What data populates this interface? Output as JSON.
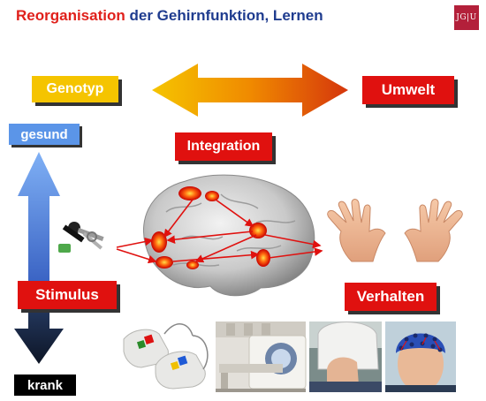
{
  "title": {
    "part1": "Reorganisation",
    "part2": "der Gehirnfunktion, Lernen"
  },
  "logo": {
    "text": "JG|U"
  },
  "labels": {
    "genotyp": "Genotyp",
    "umwelt": "Umwelt",
    "gesund": "gesund",
    "integration": "Integration",
    "stimulus": "Stimulus",
    "verhalten": "Verhalten",
    "krank": "krank"
  },
  "colors": {
    "title_red": "#e0201b",
    "title_blue": "#1f3c8f",
    "box_red": "#e0110f",
    "box_yellow": "#f5c400",
    "box_blue": "#5b95e8",
    "arrow_orange_left": "#f5c400",
    "arrow_orange_right": "#d5360c",
    "activation_red": "#e0110f"
  },
  "icons": {
    "keys": "keys-icon",
    "brain": "brain-icon",
    "hands": "hands-icon",
    "response_pads": "response-pads-icon",
    "mri_scanner": "mri-scanner-icon",
    "meg_helmet": "meg-helmet-icon",
    "eeg_cap": "eeg-cap-icon"
  }
}
